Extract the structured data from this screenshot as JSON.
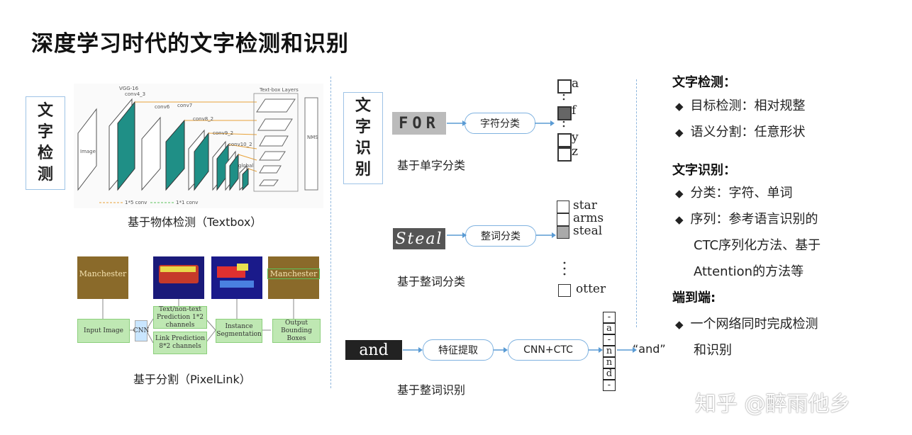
{
  "title": "深度学习时代的文字检测和识别",
  "detection": {
    "label": "文字检测",
    "textbox_caption": "基于物体检测（Textbox）",
    "pixellink_caption": "基于分割（PixelLink）",
    "textbox_fig": {
      "vgg": "VGG-16",
      "conv4": "conv4_3",
      "conv6": "conv6",
      "conv7": "conv7",
      "conv8": "conv8_2",
      "conv9": "conv9_2",
      "conv10": "conv10_2",
      "global": "global",
      "image": "Image",
      "layers": "Text-box Layers",
      "nms": "NMS",
      "legend1": "1*5 conv",
      "legend2": "1*1 conv"
    },
    "pixellink_fig": {
      "manchester": "Manchester",
      "input": "Input Image",
      "cnn": "CNN",
      "textpred": "Text/non-text Prediction 1*2 channels",
      "linkpred": "Link Prediction 8*2 channels",
      "instseg": "Instance Segmentation",
      "output": "Output Bounding Boxes"
    }
  },
  "recognition": {
    "label": "文字识别",
    "char": {
      "word_img": "FOR",
      "op": "字符分类",
      "caption": "基于单字分类",
      "candidates": [
        "a",
        "f",
        "y",
        "z"
      ]
    },
    "word": {
      "word_img": "Steal",
      "op": "整词分类",
      "caption": "基于整词分类",
      "candidates": [
        "star",
        "arms",
        "steal",
        "otter"
      ]
    },
    "seq": {
      "word_img": "and",
      "op1": "特征提取",
      "op2": "CNN+CTC",
      "caption": "基于整词识别",
      "sequence": [
        "-",
        "a",
        "-",
        "n",
        "n",
        "d",
        "-"
      ],
      "output": "“and”"
    }
  },
  "summary": {
    "h1": "文字检测：",
    "h1_items": [
      "目标检测：相对规整",
      "语义分割：任意形状"
    ],
    "h2": "文字识别：",
    "h2_items": [
      "分类：字符、单词",
      "序列：参考语言识别的"
    ],
    "h2_cont": [
      "CTC序列化方法、基于",
      "Attention的方法等"
    ],
    "h3": "端到端:",
    "h3_items": [
      "一个网络同时完成检测"
    ],
    "h3_cont": [
      "和识别"
    ]
  },
  "watermark": "知乎 @醉雨他乡"
}
